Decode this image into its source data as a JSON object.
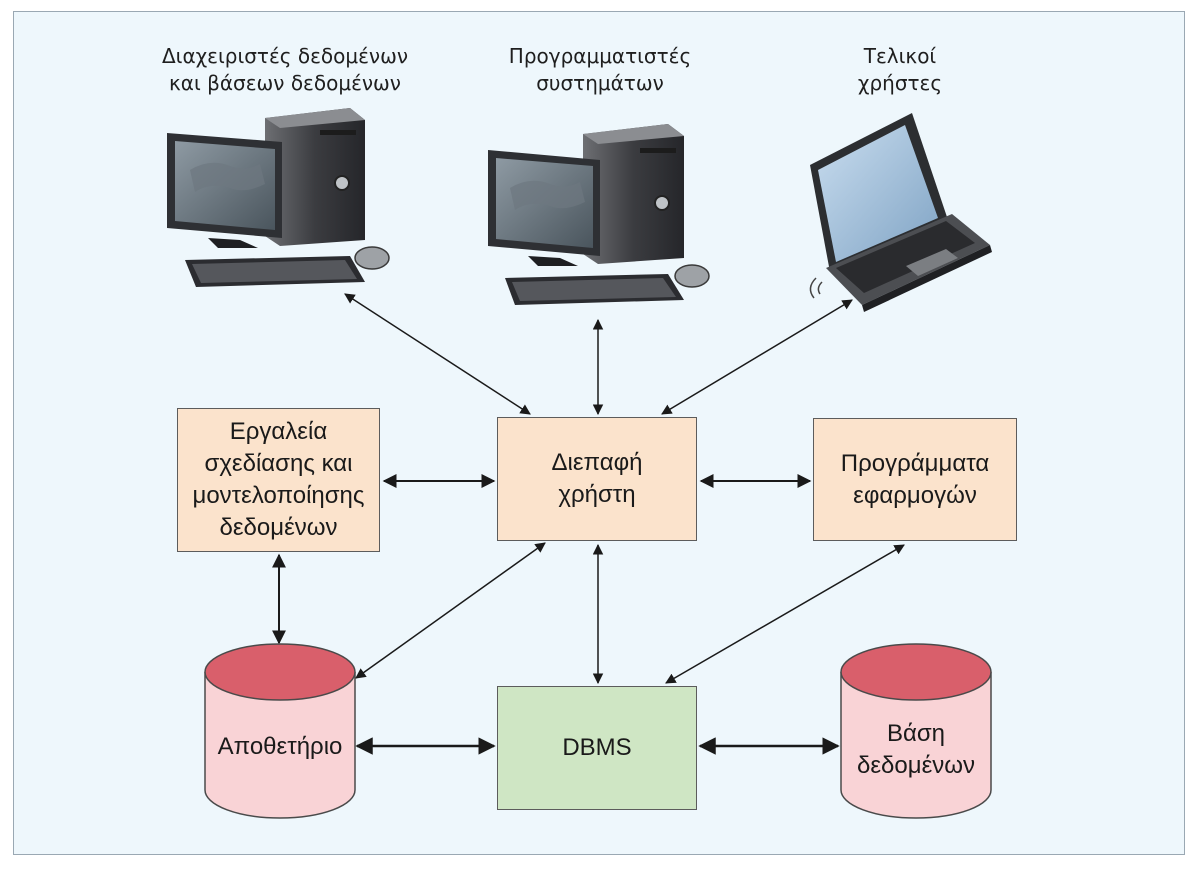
{
  "users": {
    "dba_label": "Διαχειριστές δεδομένων\nκαι βάσεων δεδομένων",
    "programmers_label": "Προγραμματιστές\nσυστημάτων",
    "endusers_label": "Τελικοί\nχρήστες"
  },
  "nodes": {
    "design_tools": "Εργαλεία\nσχεδίασης και\nμοντελοποίησης\nδεδομένων",
    "user_interface": "Διεπαφή\nχρήστη",
    "app_programs": "Προγράμματα\nεφαρμογών",
    "repository": "Αποθετήριο",
    "dbms": "DBMS",
    "database": "Βάση\nδεδομένων"
  },
  "colors": {
    "box_orange": "#fbe3cc",
    "box_green": "#cfe6c4",
    "cylinder_body": "#f9d3d6",
    "cylinder_top": "#d95f6b",
    "background": "#eef7fc"
  },
  "icons": [
    "desktop-computer-icon",
    "desktop-computer-icon",
    "laptop-icon"
  ]
}
